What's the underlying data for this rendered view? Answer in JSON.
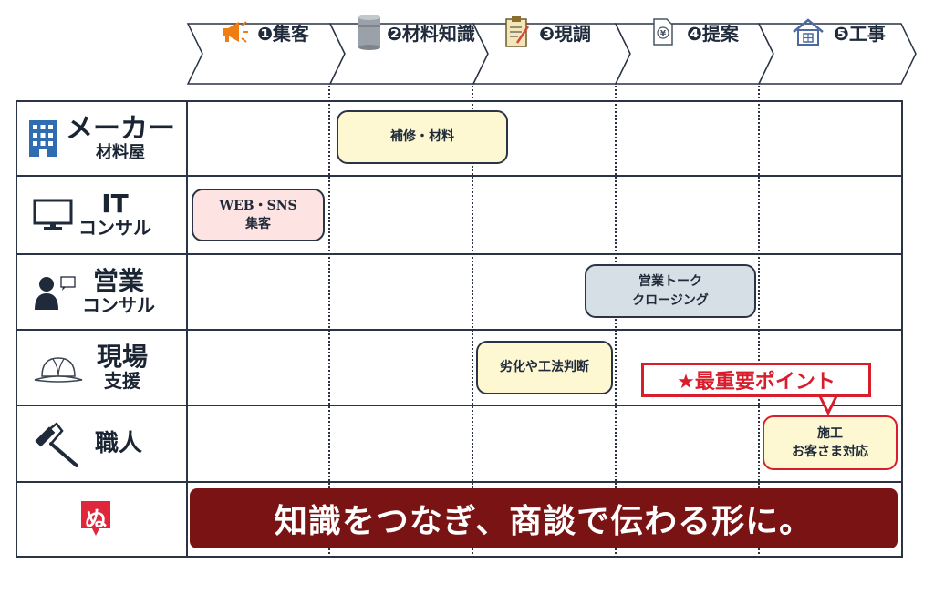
{
  "colors": {
    "border": "#2a3445",
    "maker_box": "#fdf7d2",
    "it_box": "#fde4e2",
    "sales_box": "#d7dfe6",
    "site_box": "#fdf7d2",
    "craft_box": "#fdf7d2",
    "banner": "#7a1414",
    "accent_red": "#d81e2c",
    "megaphone": "#ef7d12"
  },
  "phases": [
    {
      "label": "❶集客",
      "icon": "megaphone-icon"
    },
    {
      "label": "❷材料知識",
      "icon": "material-can-icon"
    },
    {
      "label": "❸現調",
      "icon": "clipboard-icon"
    },
    {
      "label": "❹提案",
      "icon": "yen-document-icon"
    },
    {
      "label": "❺工事",
      "icon": "house-icon"
    }
  ],
  "roles": [
    {
      "line1": "メーカー",
      "line2": "材料屋",
      "icon": "building-icon"
    },
    {
      "line1": "IT",
      "line2": "コンサル",
      "icon": "monitor-icon"
    },
    {
      "line1": "営業",
      "line2": "コンサル",
      "icon": "person-speech-icon"
    },
    {
      "line1": "現場",
      "line2": "支援",
      "icon": "hard-hat-icon"
    },
    {
      "line1": "職人",
      "line2": "",
      "icon": "paint-roller-icon"
    },
    {
      "line1": "",
      "line2": "",
      "icon": "nu-logo",
      "logo_text": "ぬ"
    }
  ],
  "tasks": {
    "maker": {
      "line1": "補修・材料",
      "line2": ""
    },
    "it": {
      "line1": "WEB・SNS",
      "line2": "集客"
    },
    "sales": {
      "line1": "営業トーク",
      "line2": "クロージング"
    },
    "site": {
      "line1": "劣化や工法判断",
      "line2": ""
    },
    "craft": {
      "line1": "施工",
      "line2": "お客さま対応"
    }
  },
  "callout": "★最重要ポイント",
  "banner": "知識をつなぎ、商談で伝わる形に。"
}
